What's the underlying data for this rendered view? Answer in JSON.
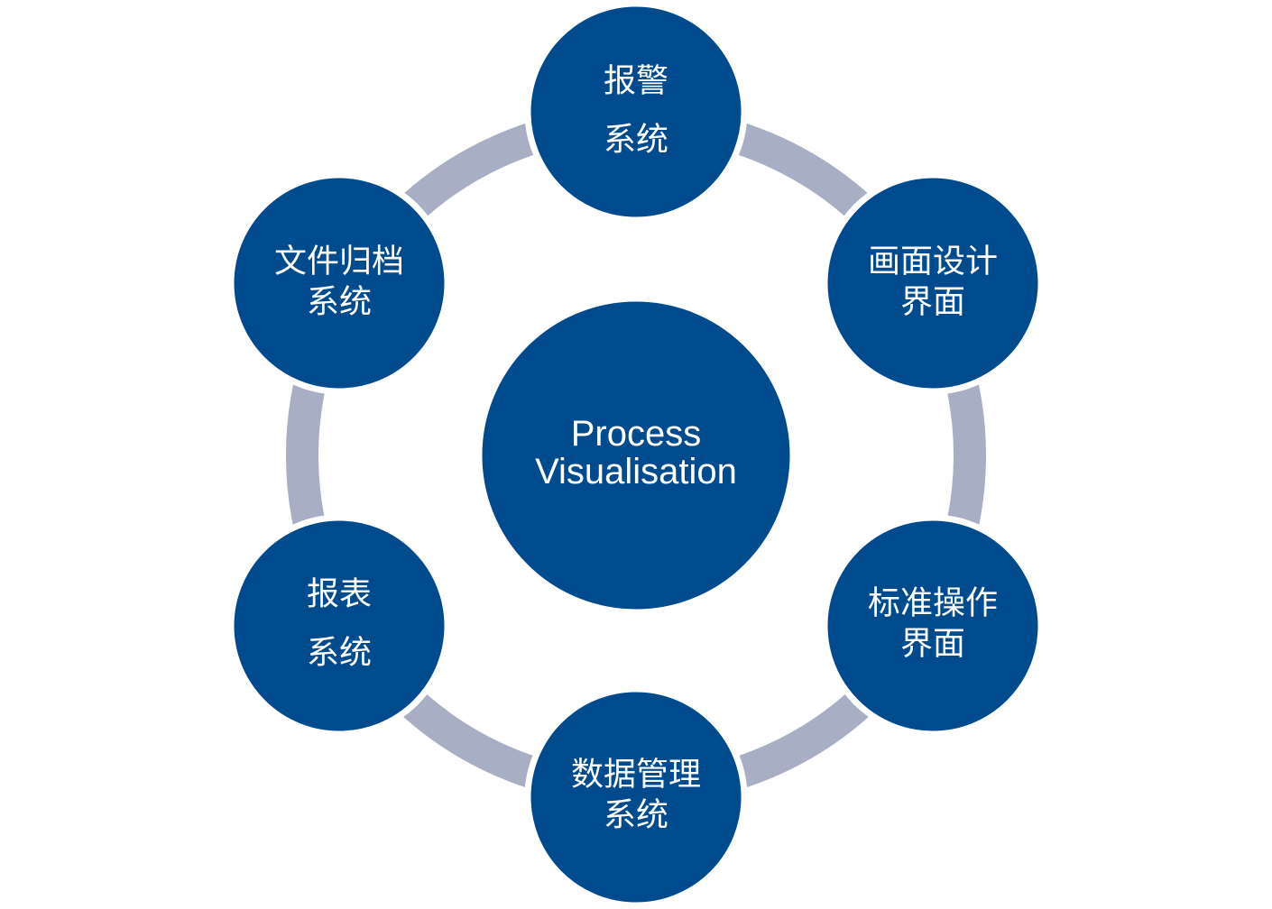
{
  "diagram": {
    "type": "hub-and-ring",
    "colors": {
      "node_fill": "#004B8D",
      "ring": "#A8AEC3",
      "node_outline": "#FFFFFF",
      "text": "#FFFFFF"
    },
    "center": {
      "lines": [
        "Process",
        "Visualisation"
      ]
    },
    "satellites": [
      {
        "id": "alarm",
        "position": "top",
        "lines": [
          "报警",
          "系统"
        ]
      },
      {
        "id": "screen-design",
        "position": "upper-right",
        "lines": [
          "画面设计",
          "界面"
        ]
      },
      {
        "id": "standard-operation",
        "position": "lower-right",
        "lines": [
          "标准操作",
          "界面"
        ]
      },
      {
        "id": "data-management",
        "position": "bottom",
        "lines": [
          "数据管理",
          "系统"
        ]
      },
      {
        "id": "report",
        "position": "lower-left",
        "lines": [
          "报表",
          "系统"
        ]
      },
      {
        "id": "file-archive",
        "position": "upper-left",
        "lines": [
          "文件归档",
          "系统"
        ]
      }
    ]
  }
}
